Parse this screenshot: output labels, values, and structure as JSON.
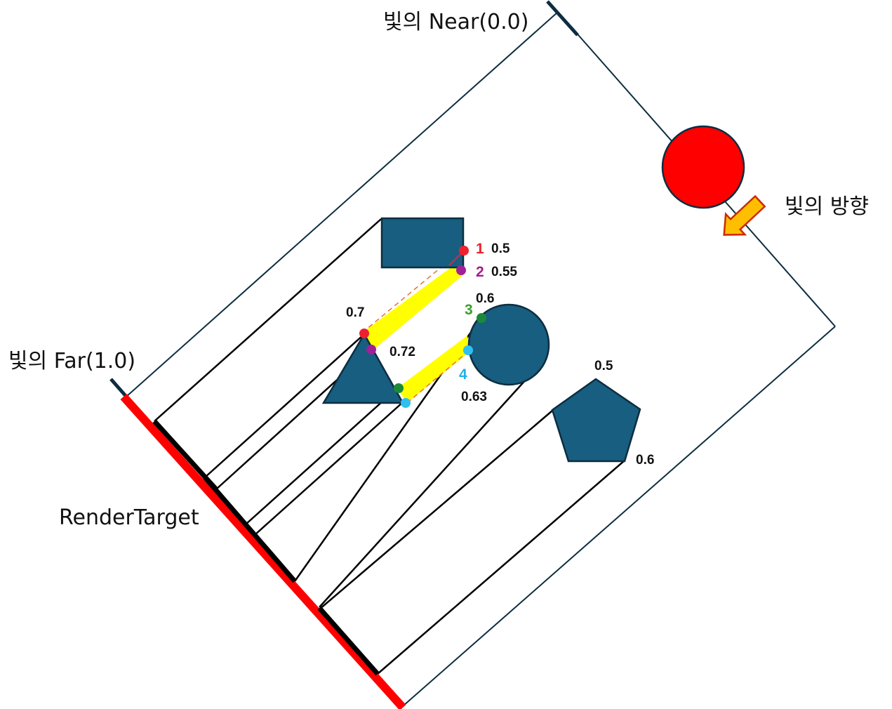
{
  "labels": {
    "near": "빛의 Near(0.0)",
    "far": "빛의 Far(1.0)",
    "direction": "빛의 방향",
    "render_target": "RenderTarget"
  },
  "points": [
    {
      "index": "1",
      "depth": "0.5",
      "color": "#e8202a"
    },
    {
      "index": "2",
      "depth": "0.55",
      "color": "#a0208c"
    },
    {
      "index": "3",
      "depth": "0.6",
      "color": "#3aa02a"
    },
    {
      "index": "4",
      "depth": "0.63",
      "color": "#20b0e8"
    }
  ],
  "triangle_depths": {
    "top": "0.7",
    "bottom": "0.72"
  },
  "pentagon_depths": {
    "top": "0.5",
    "bottom": "0.6"
  },
  "colors": {
    "light_source": "#ff0000",
    "object_fill": "#175e80",
    "frustum_line": "#0d2d40",
    "render_target": "#ff0000",
    "shadow_highlight": "#ffff00",
    "arrow_fill": "#ffbe00",
    "arrow_stroke": "#cc2a00"
  }
}
